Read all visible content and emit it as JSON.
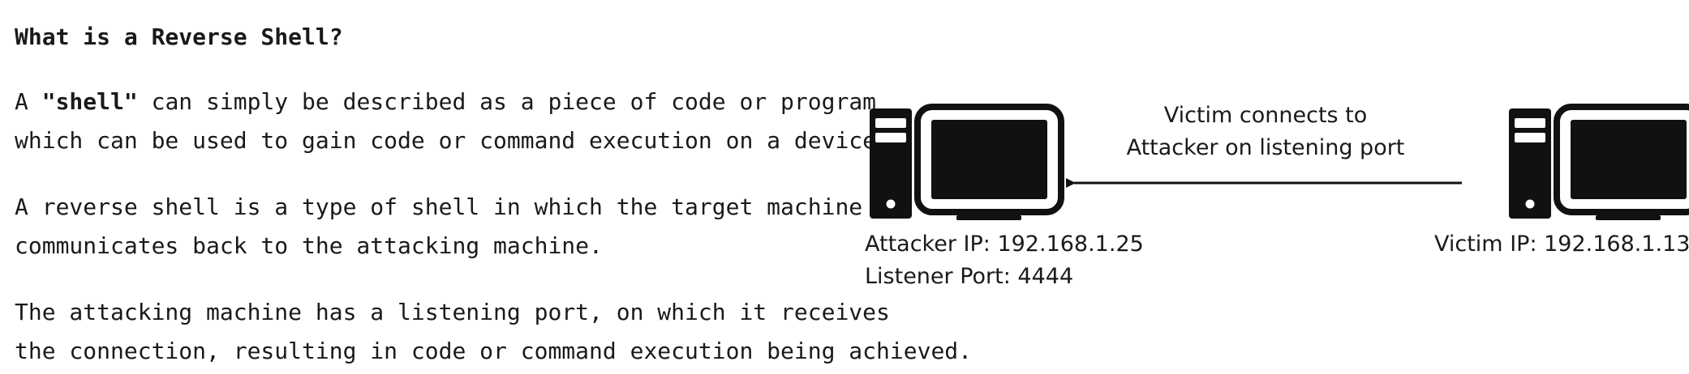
{
  "heading": "What is a Reverse Shell?",
  "paragraph1": {
    "prefix": "A ",
    "emphasis": "\"shell\"",
    "line1_rest": " can simply be described as a piece of code or program",
    "line2": "which can be used to gain code or command execution on a device."
  },
  "paragraph2": {
    "line1": "A reverse shell is a type of shell in which the target machine",
    "line2": "communicates back to the attacking machine."
  },
  "paragraph3": {
    "line1": "The attacking machine has a listening port, on which it receives",
    "line2": "the connection, resulting in code or command execution being achieved."
  },
  "diagram": {
    "arrow_caption_line1": "Victim connects to",
    "arrow_caption_line2": "Attacker on listening port",
    "attacker_ip": "Attacker IP: 192.168.1.25",
    "listener_port": "Listener Port: 4444",
    "victim_ip": "Victim IP: 192.168.1.13",
    "attacker_icon": "desktop-computer-icon",
    "victim_icon": "desktop-computer-icon",
    "arrow_direction": "victim-to-attacker"
  }
}
